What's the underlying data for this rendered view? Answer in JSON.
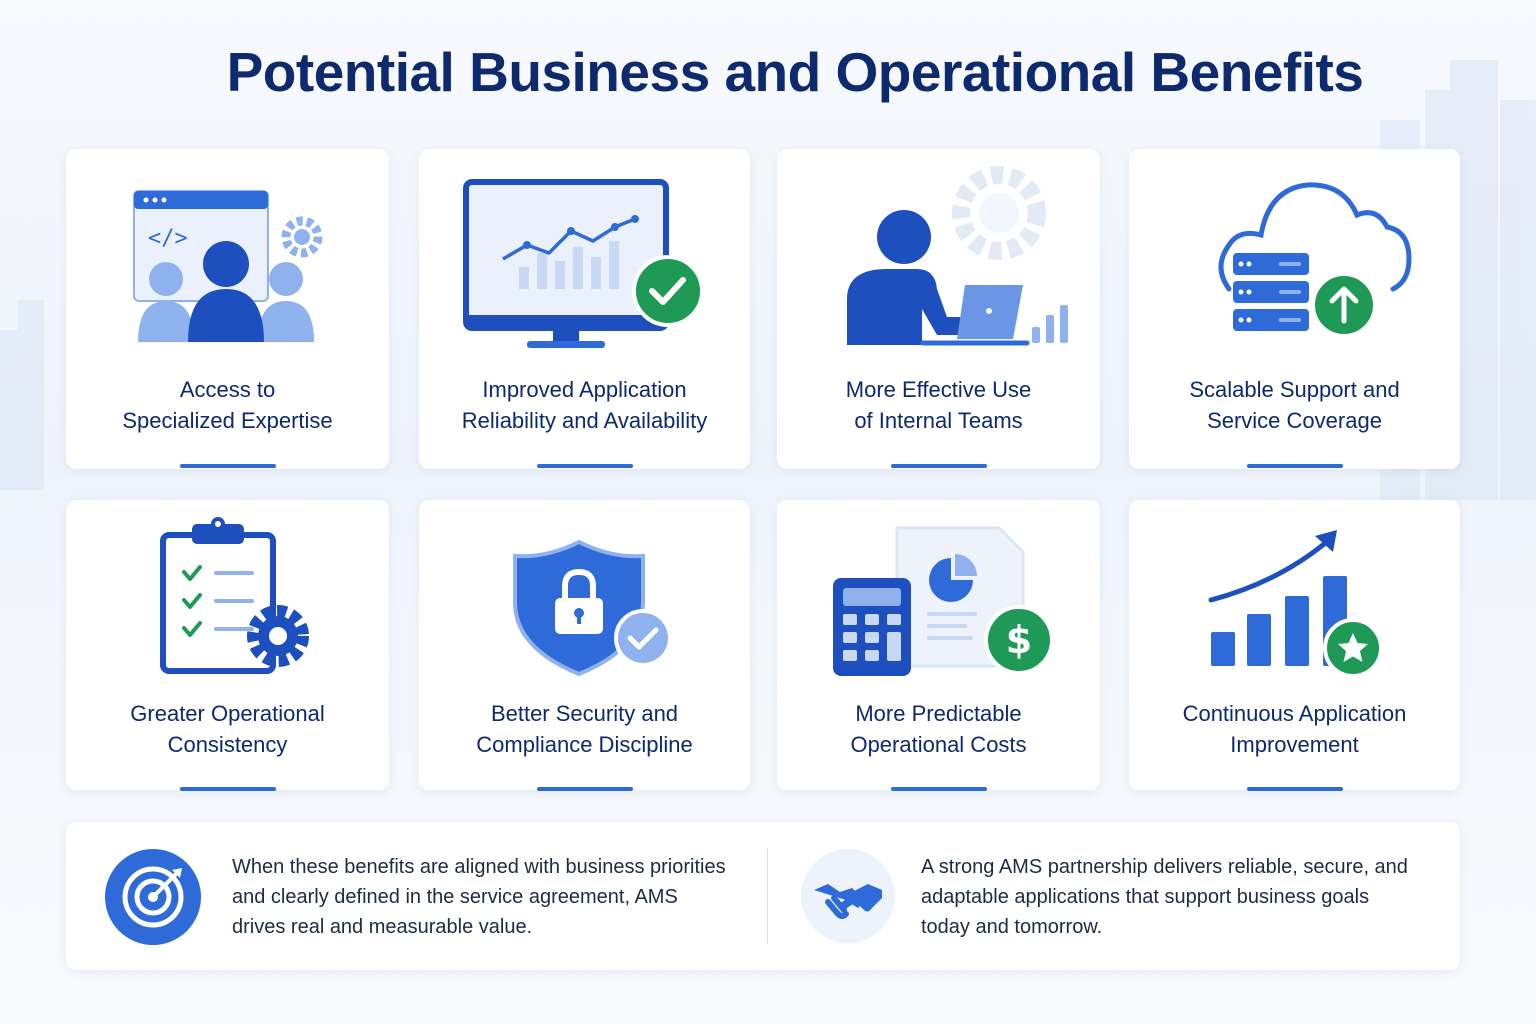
{
  "title": "Potential Business and Operational Benefits",
  "colors": {
    "brand_navy": "#0d2a6e",
    "accent_blue": "#2f6bd8",
    "light_blue": "#8fb2ee",
    "success_green": "#1f9a56"
  },
  "benefits": [
    {
      "label_line1": "Access to",
      "label_line2": "Specialized Expertise",
      "icon": "team-expertise-icon"
    },
    {
      "label_line1": "Improved Application",
      "label_line2": "Reliability and Availability",
      "icon": "monitor-check-icon"
    },
    {
      "label_line1": "More Effective Use",
      "label_line2": "of Internal Teams",
      "icon": "person-laptop-icon"
    },
    {
      "label_line1": "Scalable Support and",
      "label_line2": "Service Coverage",
      "icon": "cloud-server-icon"
    },
    {
      "label_line1": "Greater Operational",
      "label_line2": "Consistency",
      "icon": "clipboard-gear-icon"
    },
    {
      "label_line1": "Better Security and",
      "label_line2": "Compliance Discipline",
      "icon": "shield-lock-icon"
    },
    {
      "label_line1": "More Predictable",
      "label_line2": "Operational Costs",
      "icon": "calculator-dollar-icon"
    },
    {
      "label_line1": "Continuous Application",
      "label_line2": "Improvement",
      "icon": "growth-chart-icon"
    }
  ],
  "footer": {
    "left": {
      "icon": "target-icon",
      "line1": "When these benefits are aligned with business priorities",
      "line2": "and clearly defined in the service agreement, AMS",
      "line3": "drives real and measurable value."
    },
    "right": {
      "icon": "handshake-icon",
      "line1": "A strong AMS partnership delivers reliable, secure, and",
      "line2": "adaptable applications that support business goals",
      "line3": "today and tomorrow."
    }
  }
}
